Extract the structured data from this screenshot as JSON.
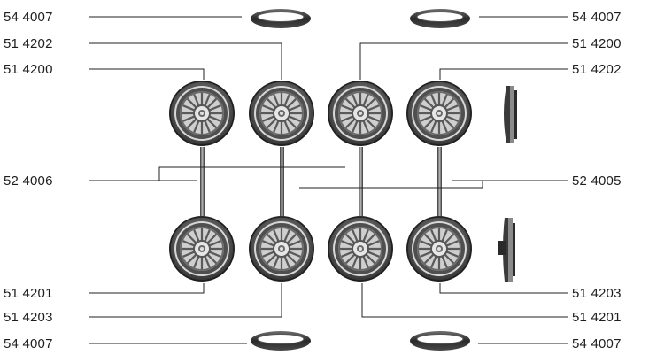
{
  "labels": {
    "ring_top_left": "54 4007",
    "ring_top_right": "54 4007",
    "ring_bottom_left": "54 4007",
    "ring_bottom_right": "54 4007",
    "wheel_top_1": "51 4200",
    "wheel_top_2": "51 4202",
    "wheel_top_3": "51 4200",
    "wheel_top_4": "51 4202",
    "wheel_bottom_1": "51 4201",
    "wheel_bottom_2": "51 4203",
    "wheel_bottom_3": "51 4201",
    "wheel_bottom_4": "51 4203",
    "axle_left": "52 4006",
    "axle_right": "52 4005"
  }
}
